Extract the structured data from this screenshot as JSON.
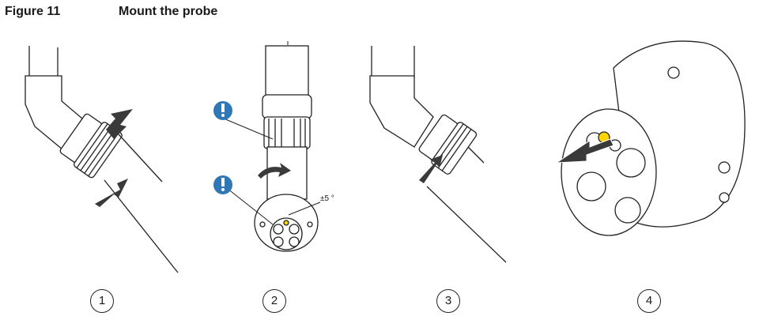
{
  "figure": {
    "label": "Figure 11",
    "title": "Mount the probe"
  },
  "annotations": {
    "angle": "±5 °"
  },
  "steps": [
    "1",
    "2",
    "3",
    "4"
  ],
  "colors": {
    "warning_blue": "#2f78b5",
    "key_yellow": "#ffd400",
    "arrow_gray": "#3a3a3a",
    "line": "#222222"
  },
  "icons": [
    "warning-icon",
    "rotate-arrow-icon",
    "push-arrow-icon",
    "pull-arrow-icon"
  ]
}
